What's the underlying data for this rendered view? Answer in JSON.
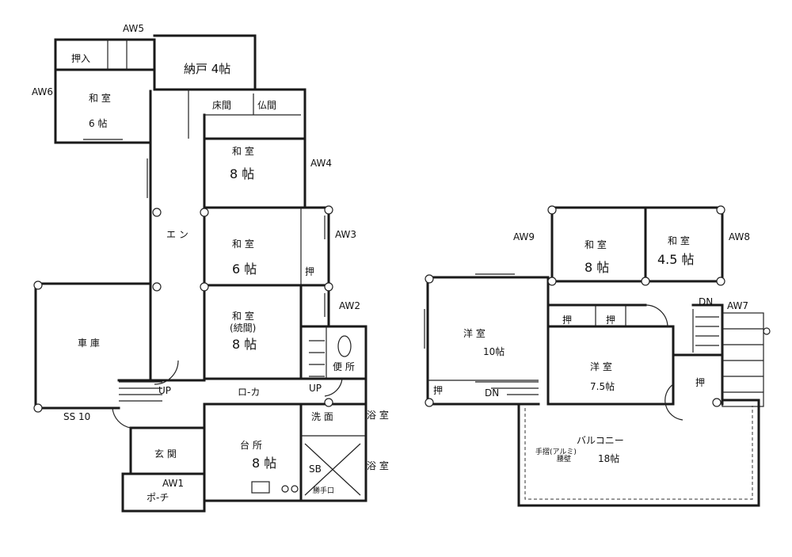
{
  "labels": {
    "aw5": "AW5",
    "aw6": "AW6",
    "aw4": "AW4",
    "aw3": "AW3",
    "aw2": "AW2",
    "aw1": "AW1",
    "aw9": "AW9",
    "aw8": "AW8",
    "aw7": "AW7",
    "ss10": "SS 10",
    "sb": "SB",
    "oshiire_top": "押入",
    "nando": "納戸 4帖",
    "tokonoma": "床間",
    "butsuma": "仏間",
    "washitsu": "和 室",
    "size_6": "6 帖",
    "size_8": "8 帖",
    "size_6b": "6 帖",
    "size_8c": "8 帖",
    "zashiki": "(続間)",
    "en": "エ ン",
    "shako": "車 庫",
    "oshi": "押",
    "benjo": "便 所",
    "up1": "UP",
    "up2": "UP",
    "roka": "ロ-カ",
    "senmen": "洗 面",
    "furo1": "浴 室",
    "furo2": "浴 室",
    "genkan": "玄 関",
    "daidokoro": "台 所",
    "size_8d": "8 帖",
    "porch": "ポ-チ",
    "katte": "勝手口",
    "yoshitsu": "洋 室",
    "size_10": "10帖",
    "size_75": "7.5帖",
    "size_45": "4.5 帖",
    "size_8u": "8 帖",
    "dn1": "DN",
    "dn2": "DN",
    "balcony": "バルコニー",
    "size_18": "18帖",
    "annot1": "手摺(アルミ)",
    "annot2": "腰壁"
  }
}
